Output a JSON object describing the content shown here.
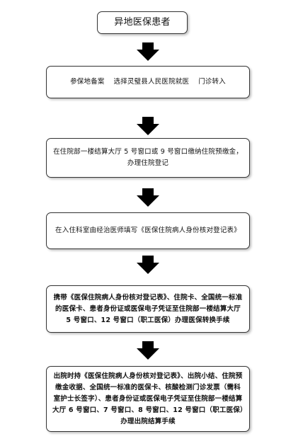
{
  "flowchart": {
    "start": "异地医保患者",
    "steps": [
      "参保地备案    选择灵璧县人民医院就医    门诊转入",
      "在住院部一楼结算大厅 5 号窗口或 9 号窗口缴纳住院预缴金，办理住院登记",
      "在入住科室由经治医师填写《医保住院病人身份核对登记表》",
      "携带《医保住院病人身份核对登记表》、住院卡、全国统一标准的医保卡、患者身份证或医保电子凭证至住院部一楼结算大厅 5 号窗口、12 号窗口（职工医保）办理医保转换手续",
      "出院时持《医保住院病人身份核对登记表》、出院小结、住院预缴金收据、全国统一标准的医保卡、核酸检测门诊发票（需科室护士长签字）、患者身份证或医保电子凭证至住院部一楼结算大厅 6 号窗口、7 号窗口、8 号窗口、12 号窗口（职工医保）办理出院结算手续"
    ]
  },
  "colors": {
    "arrow": "#000000",
    "border": "#333333",
    "text": "#111111"
  }
}
